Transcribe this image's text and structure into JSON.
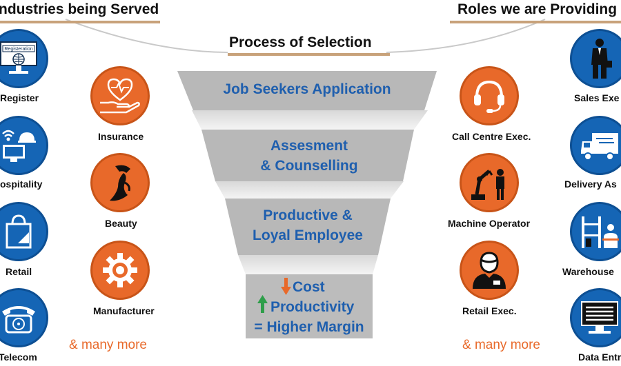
{
  "headers": {
    "industries": "ndustries being Served",
    "roles": "Roles we are Providing",
    "process": "Process of Selection"
  },
  "funnel": {
    "stage1": "Job Seekers Application",
    "stage2_line1": "Assesment",
    "stage2_line2": "& Counselling",
    "stage3_line1": "Productive &",
    "stage3_line2": "Loyal Employee",
    "result_line1": "Cost",
    "result_line2": "Productivity",
    "result_line3": "= Higher Margin"
  },
  "industries_outer": [
    {
      "label": "Register",
      "icon": "registration-monitor-icon",
      "screen_text": "Registeration"
    },
    {
      "label": "ospitality",
      "icon": "hospitality-icon"
    },
    {
      "label": "Retail",
      "icon": "shopping-bag-icon"
    },
    {
      "label": "Telecom",
      "icon": "telephone-icon"
    }
  ],
  "industries_inner": [
    {
      "label": "Insurance",
      "icon": "insurance-hand-heart-icon"
    },
    {
      "label": "Beauty",
      "icon": "beauty-woman-icon"
    },
    {
      "label": "Manufacturer",
      "icon": "gear-icon"
    }
  ],
  "roles_inner": [
    {
      "label": "Call Centre Exec.",
      "icon": "headset-icon"
    },
    {
      "label": "Machine Operator",
      "icon": "robot-arm-icon"
    },
    {
      "label": "Retail Exec.",
      "icon": "retail-exec-icon"
    }
  ],
  "roles_outer": [
    {
      "label": "Sales Exe",
      "icon": "businessman-icon"
    },
    {
      "label": "Delivery As",
      "icon": "delivery-truck-icon"
    },
    {
      "label": "Warehouse",
      "icon": "warehouse-icon"
    },
    {
      "label": "Data Entr",
      "icon": "data-entry-monitor-icon"
    }
  ],
  "more_left": "& many more",
  "more_right": "& many more",
  "colors": {
    "blue": "#1565b5",
    "orange": "#e8692a",
    "funnel_gray": "#b8b8b8",
    "funnel_text": "#1f5fae",
    "arrow_down": "#e8692a",
    "arrow_up": "#2e9e4a"
  }
}
